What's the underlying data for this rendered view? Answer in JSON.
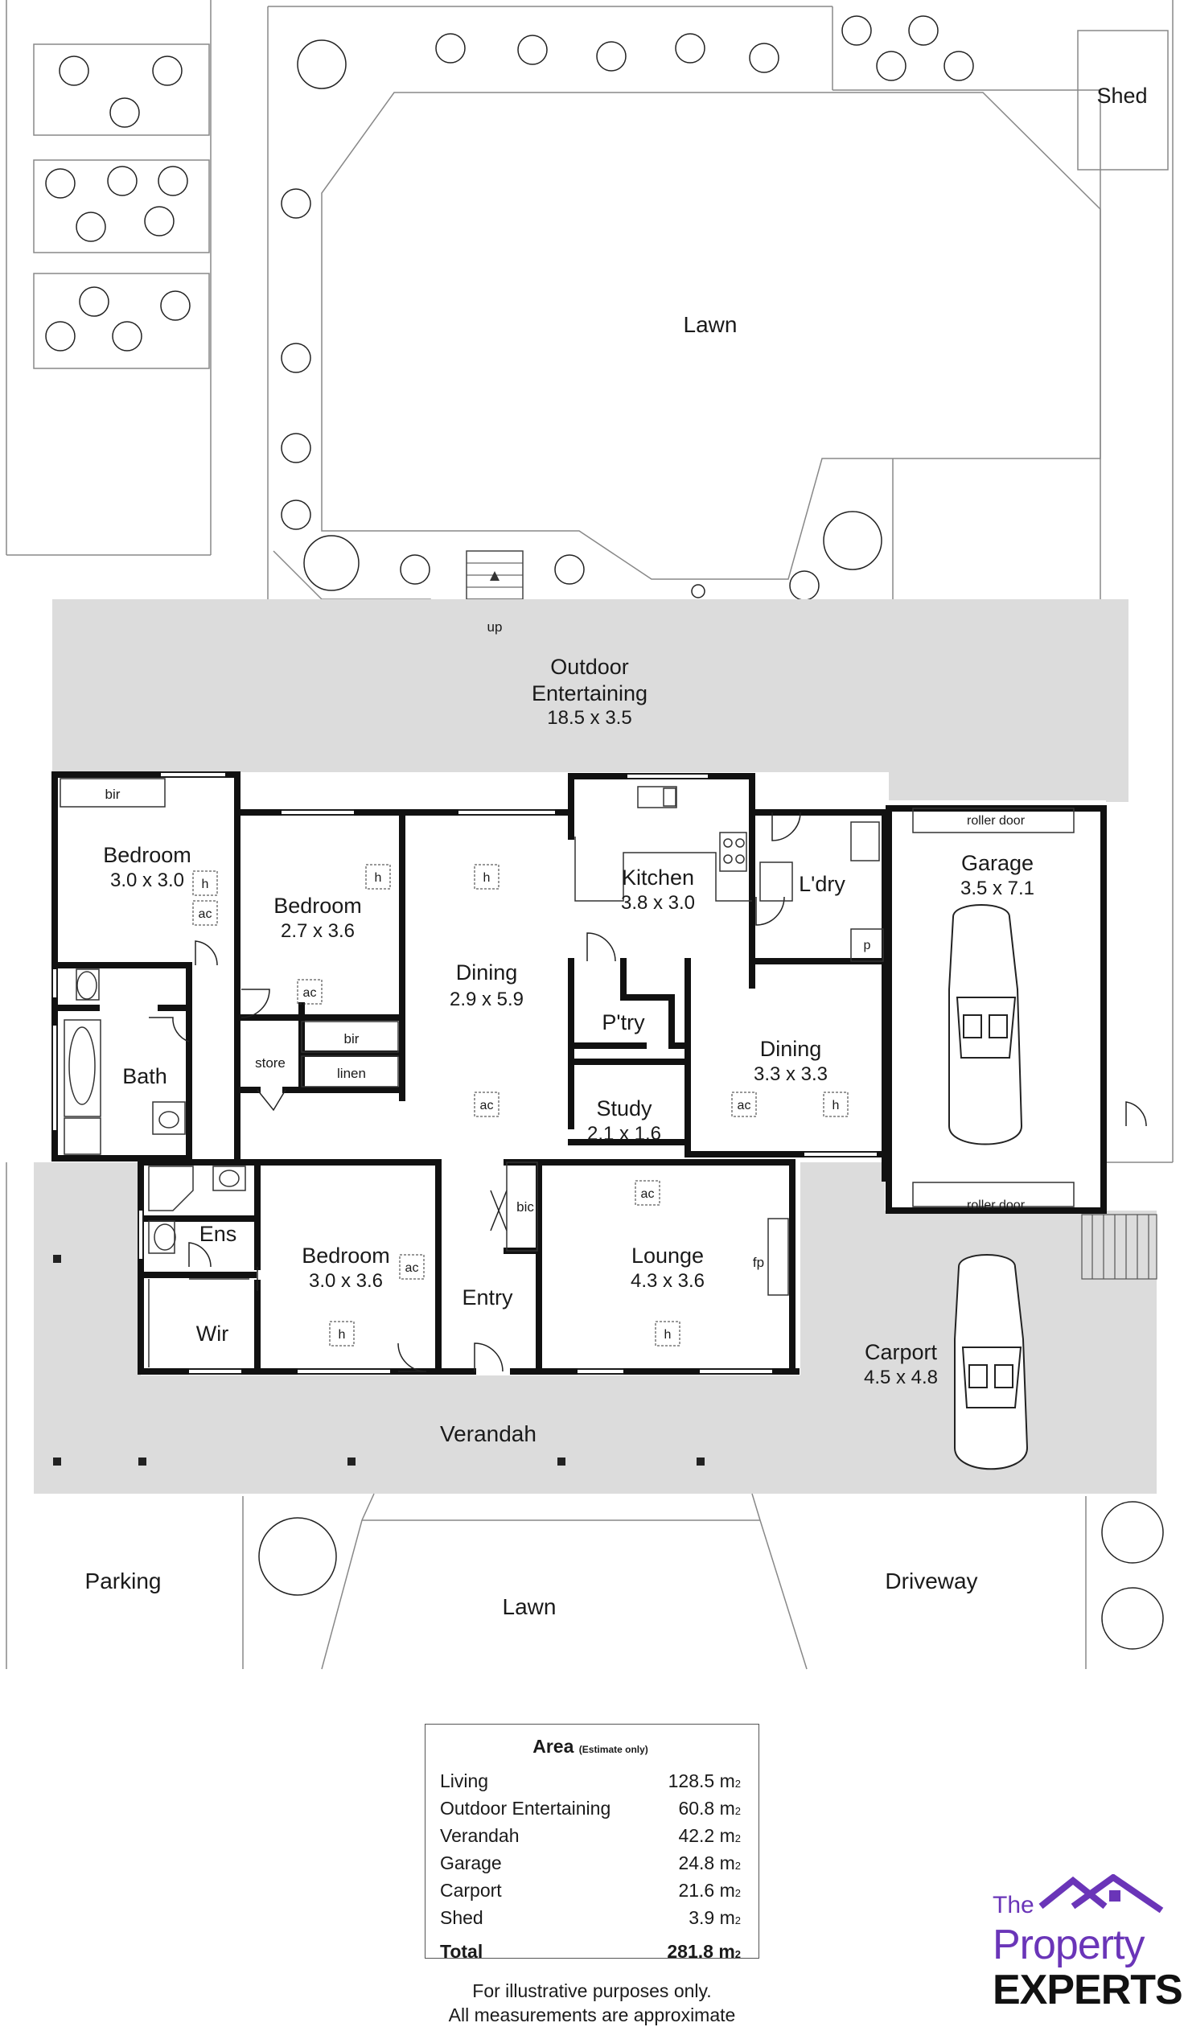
{
  "labels": {
    "lawn_back": "Lawn",
    "shed": "Shed",
    "up": "up",
    "outdoor_1": "Outdoor",
    "outdoor_2": "Entertaining",
    "outdoor_dim": "18.5 x 3.5",
    "bir": "bir",
    "bedroom1": "Bedroom",
    "bedroom1_dim": "3.0 x 3.0",
    "bedroom2": "Bedroom",
    "bedroom2_dim": "2.7 x 3.6",
    "bedroom3": "Bedroom",
    "bedroom3_dim": "3.0 x 3.6",
    "dining1": "Dining",
    "dining1_dim": "2.9 x 5.9",
    "kitchen": "Kitchen",
    "kitchen_dim": "3.8 x 3.0",
    "laundry": "L'dry",
    "garage": "Garage",
    "garage_dim": "3.5 x 7.1",
    "roller_door": "roller door",
    "pantry": "P'try",
    "dining2": "Dining",
    "dining2_dim": "3.3 x 3.3",
    "study": "Study",
    "study_dim": "2.1 x 1.6",
    "bath": "Bath",
    "store": "store",
    "linen": "linen",
    "ens": "Ens",
    "wir": "Wir",
    "entry": "Entry",
    "bic": "bic",
    "lounge": "Lounge",
    "lounge_dim": "4.3 x 3.6",
    "fp": "fp",
    "carport": "Carport",
    "carport_dim": "4.5 x 4.8",
    "verandah": "Verandah",
    "parking": "Parking",
    "lawn_front": "Lawn",
    "driveway": "Driveway",
    "h": "h",
    "ac": "ac",
    "p": "p"
  },
  "area": {
    "title": "Area",
    "note": "(Estimate only)",
    "unit": "m",
    "unit_sub": "2",
    "rows": [
      {
        "name": "Living",
        "value": "128.5"
      },
      {
        "name": "Outdoor Entertaining",
        "value": "60.8"
      },
      {
        "name": "Verandah",
        "value": "42.2"
      },
      {
        "name": "Garage",
        "value": "24.8"
      },
      {
        "name": "Carport",
        "value": "21.6"
      },
      {
        "name": "Shed",
        "value": "3.9"
      }
    ],
    "total_label": "Total",
    "total_value": "281.8"
  },
  "disclaimer": {
    "line1": "For illustrative purposes only.",
    "line2": "All measurements are approximate"
  },
  "logo": {
    "the": "The",
    "property": "Property",
    "experts": "EXPERTS",
    "roof_color": "#6a35b8"
  }
}
